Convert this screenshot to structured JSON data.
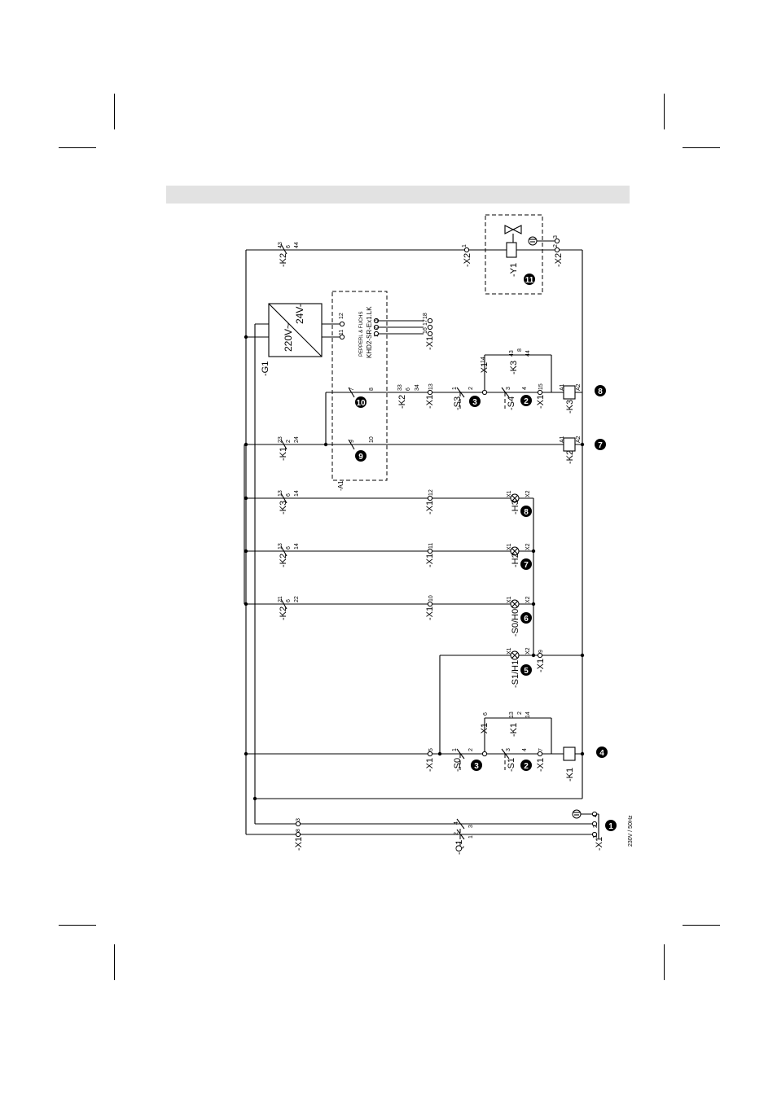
{
  "supply": {
    "label": "230V / 50Hz"
  },
  "devices": {
    "x1": "-X1",
    "q1": "-Q1",
    "g1": "-G1",
    "a1": "-A1",
    "x2": "-X2",
    "y1": "-Y1",
    "k1": "-K1",
    "k2": "-K2",
    "k3": "-K3",
    "s0": "-S0",
    "s1": "-S1",
    "s3": "-S3",
    "s4": "-S4",
    "s1h1": "-S1/H1",
    "s0h0": "-S0/H0",
    "h2": "-H2",
    "h3": "-H3"
  },
  "psu": {
    "input": "220V~",
    "output": "24V-"
  },
  "barrier": {
    "maker": "PEPPERL & FUCHS",
    "model": "KHD2-SR-Ex1.LK"
  },
  "terminals": {
    "x1_8": "8",
    "x1_3": "3",
    "x1_1": "1",
    "x1_2": "2",
    "x1_4": "4",
    "q1_1": "1",
    "q1_2": "2",
    "q1_3": "3",
    "q1_4": "4",
    "x1_5": "5",
    "x1_6": "6",
    "x1_7": "7",
    "x1_9": "9",
    "x1_10": "10",
    "x1_11": "11",
    "x1_12": "12",
    "x1_13": "13",
    "x1_14": "14",
    "x1_15": "15",
    "x1_16": "16",
    "x1_17": "17",
    "x1_18": "18",
    "g1_11": "11",
    "g1_12": "12",
    "a1_1": "1",
    "a1_2": "2",
    "a1_3": "3",
    "a1_7": "7",
    "a1_8": "8",
    "a1_9": "9",
    "a1_10": "10",
    "x2_1": "1",
    "x2_2": "2",
    "x2_3": "3",
    "c13": "13",
    "c14": "14",
    "c21": "21",
    "c22": "22",
    "c23": "23",
    "c24": "24",
    "c33": "33",
    "c34": "34",
    "c43": "43",
    "c44": "44",
    "s_1": "1",
    "s_2": "2",
    "s_3": "3",
    "s_4": "4",
    "a1c": "A1",
    "a2c": "A2",
    "lx1": "X1",
    "lx2": "X2",
    "ref2": "2",
    "ref6": "6",
    "ref8": "8"
  },
  "badges": [
    "1",
    "2",
    "3",
    "4",
    "5",
    "6",
    "7",
    "8",
    "9",
    "10",
    "11"
  ]
}
